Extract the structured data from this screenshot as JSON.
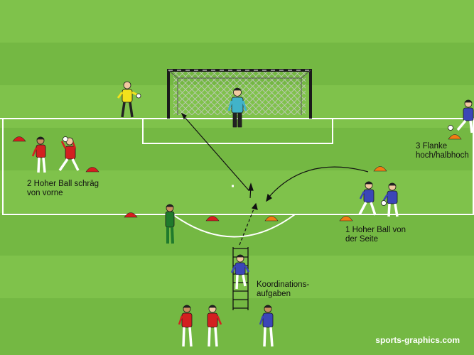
{
  "labels": {
    "drill_1": {
      "line1": "1 Hoher Ball von",
      "line2": "der Seite"
    },
    "drill_2": {
      "line1": "2 Hoher Ball schräg",
      "line2": "von vorne"
    },
    "drill_3": {
      "line1": "3 Flanke",
      "line2": "hoch/halbhoch"
    },
    "coordination": {
      "line1": "Koordinations-",
      "line2": "aufgaben"
    }
  },
  "watermark": "sports-graphics.com",
  "colors": {
    "grass_light": "#7fc24b",
    "grass_dark": "#6fb43e",
    "line": "#ffffff",
    "cone_red": "#d61e1e",
    "cone_orange": "#f07c13",
    "team_red": "#d32020",
    "team_blue": "#3b46b8",
    "goalkeeper": "#41b3c9",
    "server_yellow": "#f2e21c",
    "coach_green": "#1f7a2c"
  }
}
